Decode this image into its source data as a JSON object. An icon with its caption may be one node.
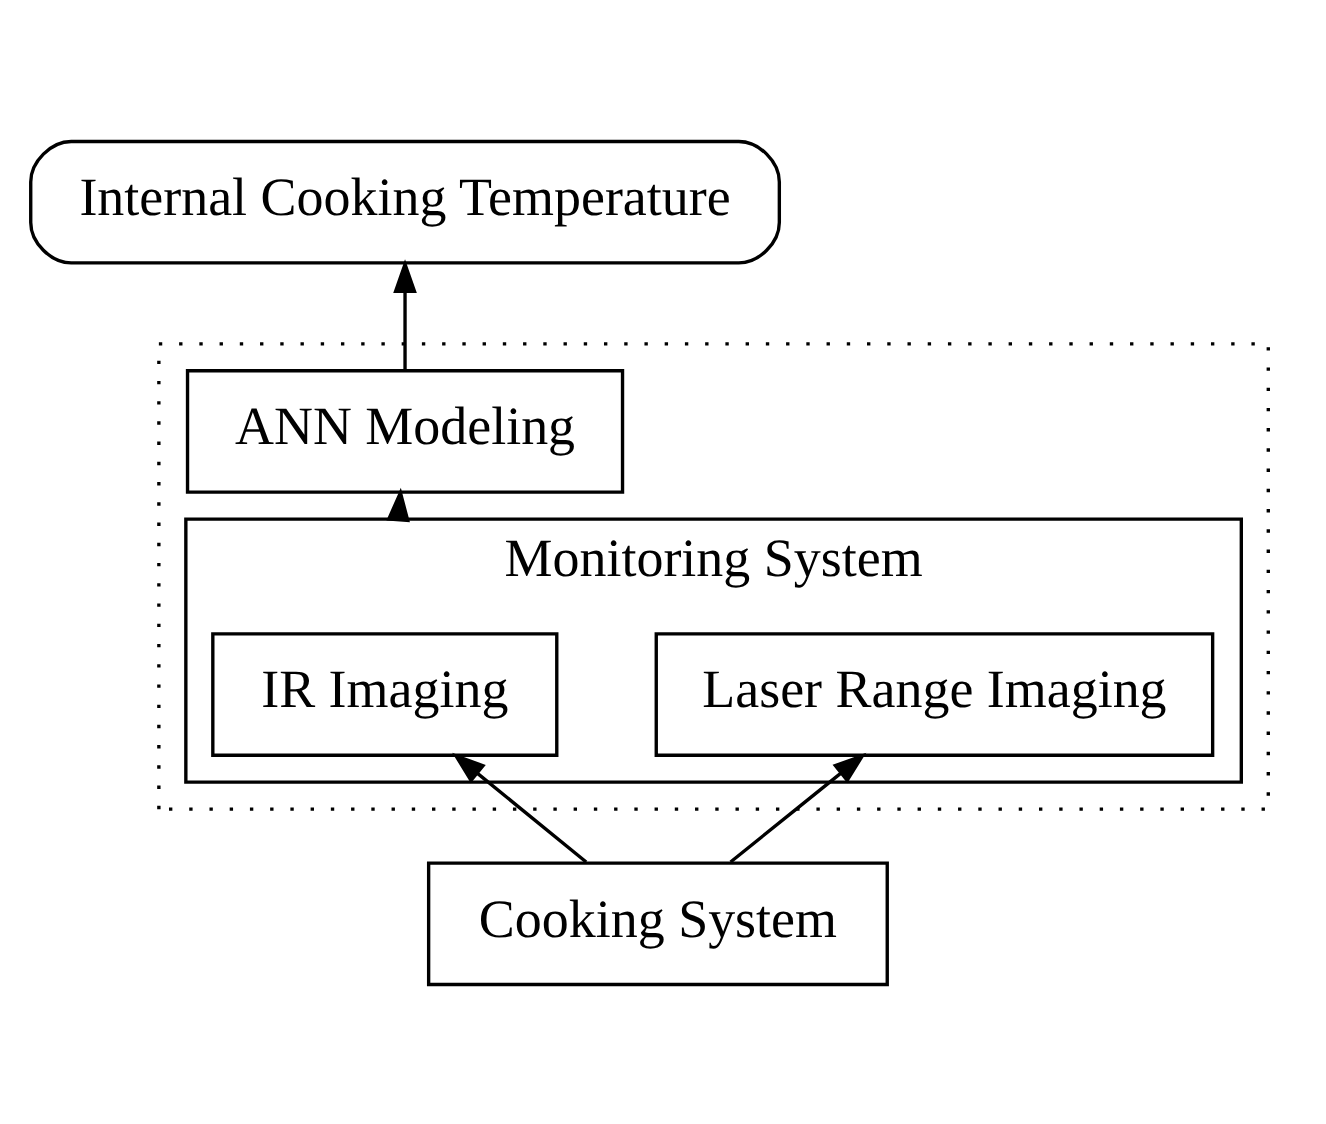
{
  "diagram": {
    "nodes": [
      {
        "text": [
          "Internal Cooking Temperature"
        ]
      },
      {
        "text": [],
        "shape": "box"
      },
      {
        "text": [
          "ANN Modeling"
        ],
        "in": 1
      },
      {
        "text": [
          "Monitoring System"
        ],
        "in": 1
      },
      {
        "text": [
          "IR Imaging"
        ],
        "in": 3
      },
      {
        "text": [
          "Laser Range Imaging"
        ],
        "in": 3
      },
      {
        "text": [
          "Cooking System"
        ]
      }
    ],
    "edges": [
      {
        "from": 6,
        "to": 4,
        "arrow": "to"
      },
      {
        "from": 6,
        "to": 5,
        "arrow": "to"
      },
      {
        "from": 3,
        "to": 2,
        "arrow": "to"
      },
      {
        "from": 2,
        "to": 0,
        "arrow": "to"
      }
    ]
  }
}
